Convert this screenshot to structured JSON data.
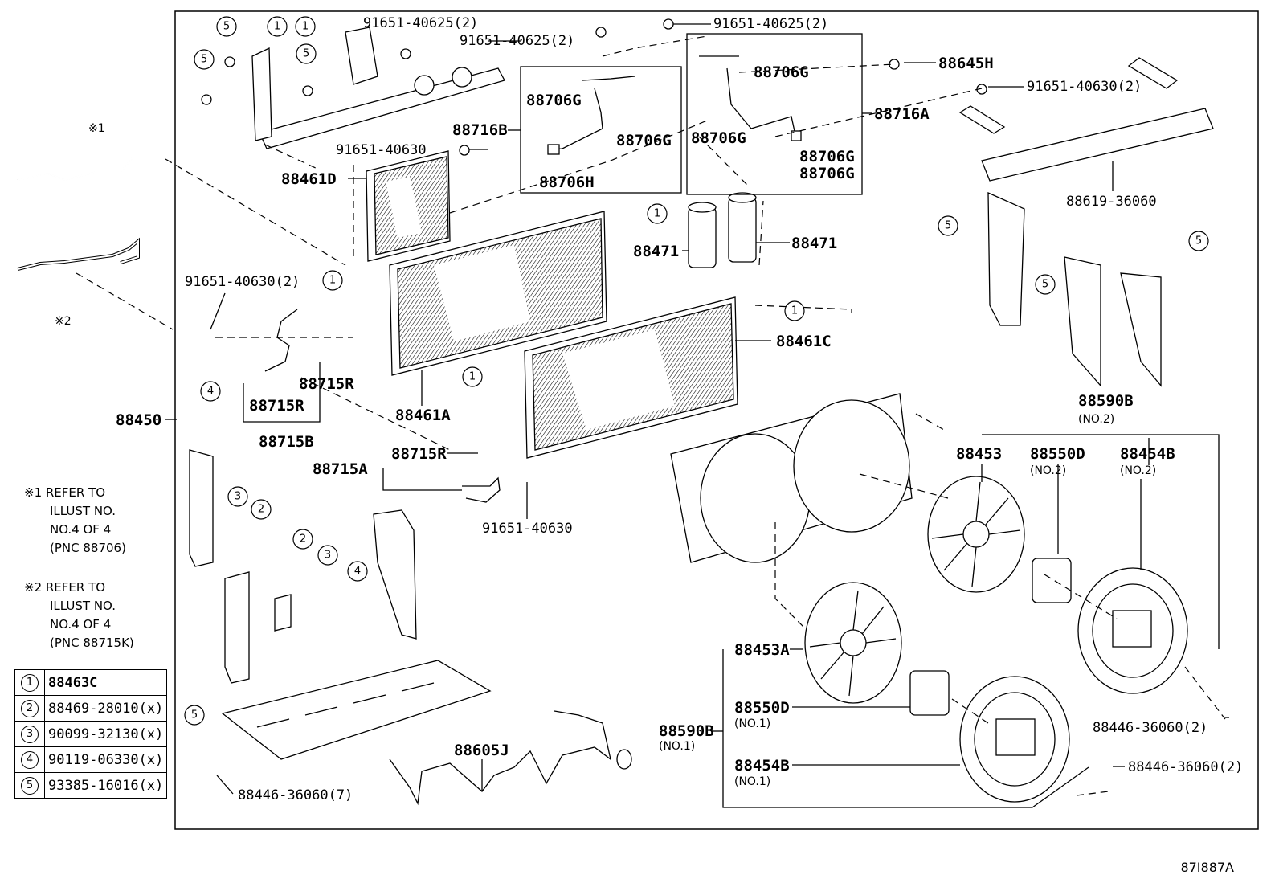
{
  "parts": {
    "p_91651_40625_2a": "91651-40625(2)",
    "p_91651_40625_2b": "91651-40625(2)",
    "p_91651_40625_2c": "91651-40625(2)",
    "p_88645H": "88645H",
    "p_88706G_a": "88706G",
    "p_91651_40630_2a": "91651-40630(2)",
    "p_88716B": "88716B",
    "p_88706G_b": "88706G",
    "p_88706G_c": "88706G",
    "p_88716A": "88716A",
    "p_88706G_d": "88706G",
    "p_88706G_e": "88706G",
    "p_88706G_f": "88706G",
    "p_88706H": "88706H",
    "p_91651_40630_a": "91651-40630",
    "p_88461D": "88461D",
    "p_88619_36060": "88619-36060",
    "p_88471_a": "88471",
    "p_88471_b": "88471",
    "p_91651_40630_2b": "91651-40630(2)",
    "p_88461C": "88461C",
    "p_88715R_a": "88715R",
    "p_88715R_b": "88715R",
    "p_88715B": "88715B",
    "p_88461A": "88461A",
    "p_88450": "88450",
    "p_88715R_c": "88715R",
    "p_88715A": "88715A",
    "p_91651_40630_b": "91651-40630",
    "p_88590B_top": "88590B",
    "p_no2_a": "(NO.2)",
    "p_88453": "88453",
    "p_88550D_top": "88550D",
    "p_no2_b": "(NO.2)",
    "p_88454B_top": "88454B",
    "p_no2_c": "(NO.2)",
    "p_88453A": "88453A",
    "p_88550D_bot": "88550D",
    "p_no1_a": "(NO.1)",
    "p_88590B_bot": "88590B",
    "p_no1_b": "(NO.1)",
    "p_88454B_bot": "88454B",
    "p_no1_c": "(NO.1)",
    "p_88446_36060_2a": "88446-36060(2)",
    "p_88446_36060_2b": "88446-36060(2)",
    "p_88446_36060_7": "88446-36060(7)",
    "p_88605J": "88605J",
    "sym1": "※1",
    "sym2": "※2"
  },
  "callouts": {
    "c1": "1",
    "c2": "2",
    "c3": "3",
    "c4": "4",
    "c5": "5"
  },
  "notes": {
    "note1": [
      "※1 REFER TO",
      "ILLUST NO.",
      "NO.4 OF 4",
      "(PNC 88706)"
    ],
    "note2": [
      "※2 REFER TO",
      "ILLUST NO.",
      "NO.4 OF 4",
      "(PNC 88715K)"
    ]
  },
  "legend": [
    {
      "num": "1",
      "part": "88463C"
    },
    {
      "num": "2",
      "part": "88469-28010(x)"
    },
    {
      "num": "3",
      "part": "90099-32130(x)"
    },
    {
      "num": "4",
      "part": "90119-06330(x)"
    },
    {
      "num": "5",
      "part": "93385-16016(x)"
    }
  ],
  "figure_id": "87I887A"
}
